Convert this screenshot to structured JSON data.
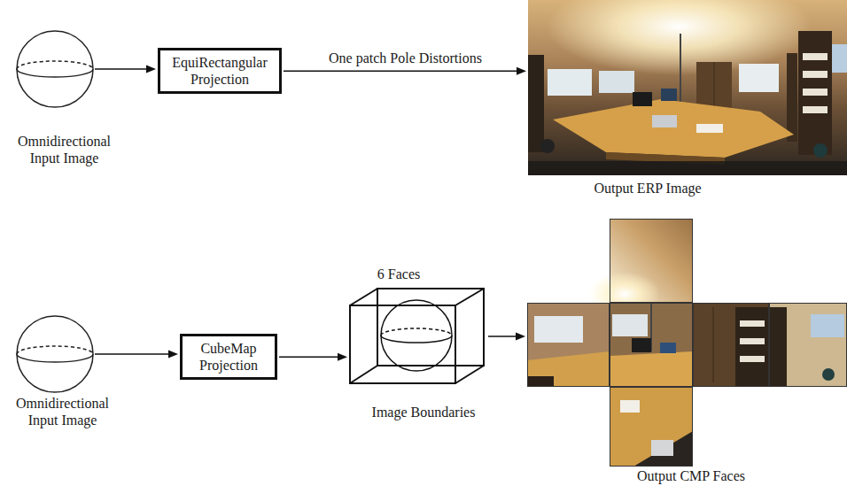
{
  "diagram": {
    "nodes": [
      {
        "text": [
          "Omnidirectional Input Image"
        ]
      },
      {
        "text": [
          "EquiRectangular Projection"
        ]
      },
      {
        "text": [
          "Output ERP Image"
        ]
      },
      {
        "text": [
          "Omnidirectional Input Image"
        ]
      },
      {
        "text": [
          "CubeMap Projection"
        ]
      },
      {
        "text": [
          "6 Faces",
          "Image Boundaries"
        ]
      },
      {
        "text": [
          "Output CMP Faces"
        ]
      }
    ],
    "edges": [
      {
        "from": 0,
        "to": 1,
        "arrow": "to"
      },
      {
        "from": 1,
        "to": 2,
        "label": "One patch Pole Distortions",
        "arrow": "to"
      },
      {
        "from": 3,
        "to": 4,
        "arrow": "to"
      },
      {
        "from": 4,
        "to": 5,
        "arrow": "to"
      },
      {
        "from": 5,
        "to": 6,
        "arrow": "to"
      }
    ]
  }
}
